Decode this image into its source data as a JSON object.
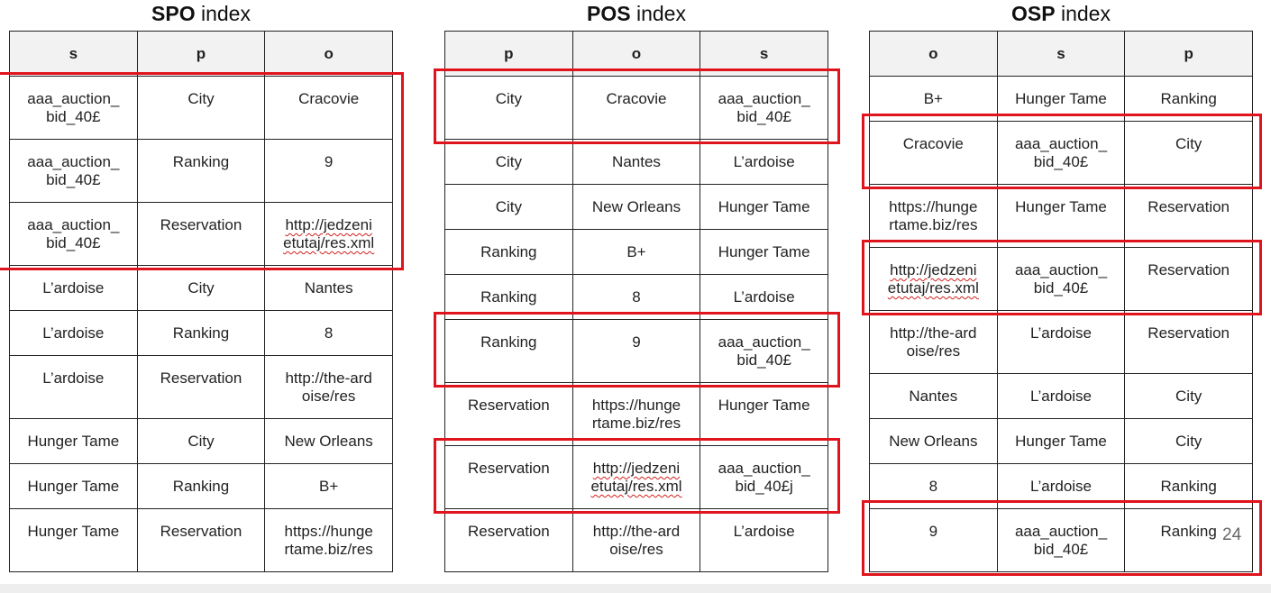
{
  "spo": {
    "title_bold": "SPO",
    "title_rest": " index",
    "headers": [
      "s",
      "p",
      "o"
    ],
    "rows": [
      [
        "aaa_auction_ bid_40£",
        "City",
        "Cracovie"
      ],
      [
        "aaa_auction_ bid_40£",
        "Ranking",
        "9"
      ],
      [
        "aaa_auction_ bid_40£",
        "Reservation",
        "http://jedzeni etutaj/res.xml"
      ],
      [
        "L’ardoise",
        "City",
        "Nantes"
      ],
      [
        "L’ardoise",
        "Ranking",
        "8"
      ],
      [
        "L’ardoise",
        "Reservation",
        "http://the-ard oise/res"
      ],
      [
        "Hunger Tame",
        "City",
        "New Orleans"
      ],
      [
        "Hunger Tame",
        "Ranking",
        "B+"
      ],
      [
        "Hunger Tame",
        "Reservation",
        "https://hunge rtame.biz/res"
      ]
    ]
  },
  "pos": {
    "title_bold": "POS",
    "title_rest": " index",
    "headers": [
      "p",
      "o",
      "s"
    ],
    "rows": [
      [
        "City",
        "Cracovie",
        "aaa_auction_ bid_40£"
      ],
      [
        "City",
        "Nantes",
        "L’ardoise"
      ],
      [
        "City",
        "New Orleans",
        "Hunger Tame"
      ],
      [
        "Ranking",
        "B+",
        "Hunger Tame"
      ],
      [
        "Ranking",
        "8",
        "L’ardoise"
      ],
      [
        "Ranking",
        "9",
        "aaa_auction_ bid_40£"
      ],
      [
        "Reservation",
        "https://hunge rtame.biz/res",
        "Hunger Tame"
      ],
      [
        "Reservation",
        "http://jedzeni etutaj/res.xml",
        "aaa_auction_ bid_40£j"
      ],
      [
        "Reservation",
        "http://the-ard oise/res",
        "L’ardoise"
      ]
    ]
  },
  "osp": {
    "title_bold": "OSP",
    "title_rest": " index",
    "headers": [
      "o",
      "s",
      "p"
    ],
    "rows": [
      [
        "B+",
        "Hunger Tame",
        "Ranking"
      ],
      [
        "Cracovie",
        "aaa_auction_ bid_40£",
        "City"
      ],
      [
        "https://hunge rtame.biz/res",
        "Hunger Tame",
        "Reservation"
      ],
      [
        "http://jedzeni etutaj/res.xml",
        "aaa_auction_ bid_40£",
        "Reservation"
      ],
      [
        "http://the-ard oise/res",
        "L’ardoise",
        "Reservation"
      ],
      [
        "Nantes",
        "L’ardoise",
        "City"
      ],
      [
        "New Orleans",
        "Hunger Tame",
        "City"
      ],
      [
        "8",
        "L’ardoise",
        "Ranking"
      ],
      [
        "9",
        "aaa_auction_ bid_40£",
        "Ranking"
      ]
    ]
  },
  "page_number": "24",
  "colors": {
    "highlight": "#e0141c",
    "header_fill": "#f2f2f2",
    "border": "#222222"
  }
}
